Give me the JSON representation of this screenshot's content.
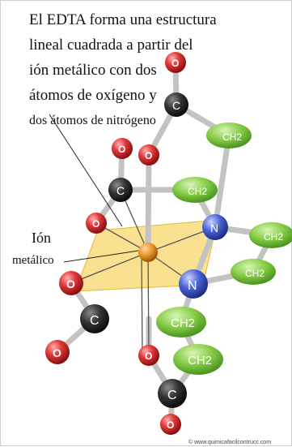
{
  "description": {
    "line1": "El EDTA forma una estructura",
    "line2": "lineal cuadrada a partir del",
    "line3": "ión metálico con dos",
    "line4": "átomos de oxígeno y",
    "line5": "dos átomos de nitrógeno"
  },
  "ion_label": {
    "line1": "Ión",
    "line2": "metálico"
  },
  "atoms": {
    "oxygen": "O",
    "carbon": "C",
    "nitrogen": "N",
    "methylene": "CH2"
  },
  "watermark": "© www.quimicafacilcontrucc.com",
  "colors": {
    "oxygen": "#d42121",
    "carbon": "#2b2b2b",
    "nitrogen": "#3a56c8",
    "methylene": "#7bc63a",
    "metal_ion": "#e38f22",
    "plane": "#f7d25a",
    "bond": "#b9b9b9"
  }
}
